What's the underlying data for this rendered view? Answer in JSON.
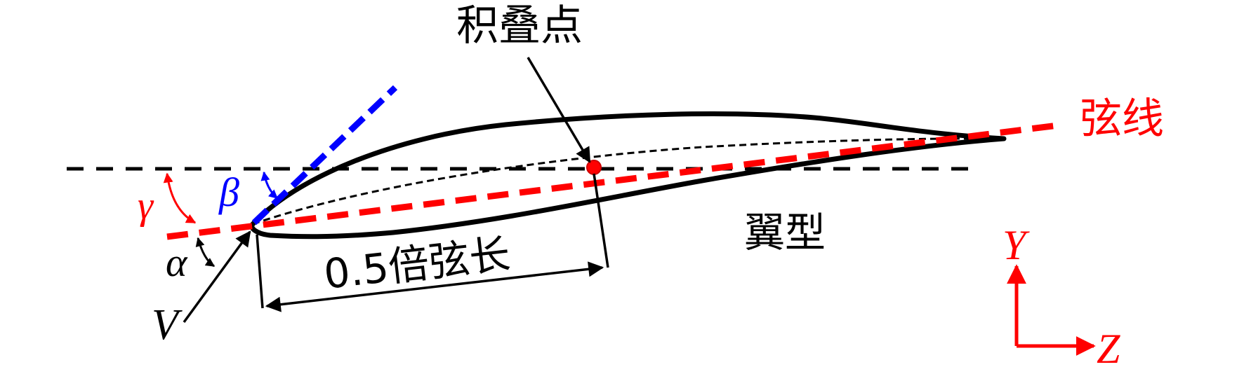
{
  "labels": {
    "stacking_point": "积叠点",
    "chord_line": "弦线",
    "airfoil": "翼型",
    "half_chord": "0.5倍弦长",
    "gamma": "γ",
    "beta": "β",
    "alpha": "α",
    "velocity": "V",
    "axis_y": "Y",
    "axis_z": "Z"
  },
  "colors": {
    "chord": "#ff0000",
    "beta_line": "#0000ff",
    "outline": "#000000",
    "axes": "#ff0000"
  }
}
